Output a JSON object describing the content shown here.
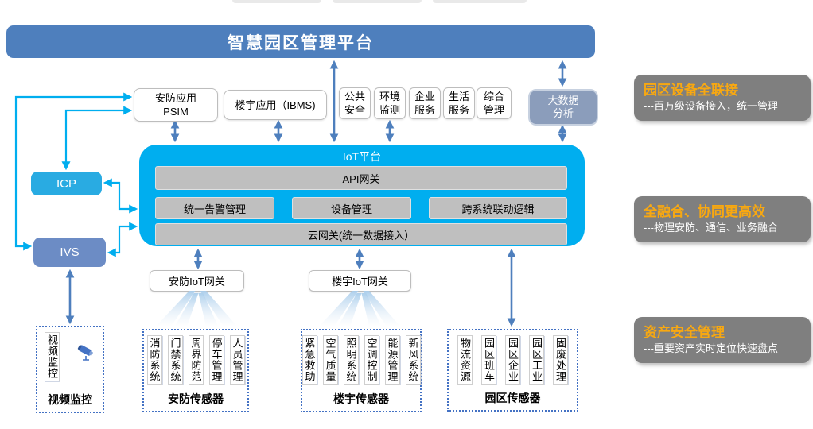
{
  "banner": {
    "title": "智慧园区管理平台"
  },
  "apps": {
    "psim": {
      "l1": "安防应用",
      "l2": "PSIM"
    },
    "ibms": "楼宇应用（IBMS)",
    "services": [
      {
        "l1": "公共",
        "l2": "安全"
      },
      {
        "l1": "环境",
        "l2": "监测"
      },
      {
        "l1": "企业",
        "l2": "服务"
      },
      {
        "l1": "生活",
        "l2": "服务"
      },
      {
        "l1": "综合",
        "l2": "管理"
      }
    ]
  },
  "big_data": {
    "l1": "大数据",
    "l2": "分析"
  },
  "icp": {
    "label": "ICP"
  },
  "ivs": {
    "label": "IVS"
  },
  "iot": {
    "title": "IoT平台",
    "api": "API网关",
    "modules": [
      "统一告警管理",
      "设备管理",
      "跨系统联动逻辑"
    ],
    "cloud": "云网关(统一数据接入）"
  },
  "gateways": [
    "安防IoT网关",
    "楼宇IoT网关"
  ],
  "sensor_groups": [
    {
      "label": "视频监控",
      "items": [
        "视频监控"
      ]
    },
    {
      "label": "安防传感器",
      "items": [
        "消防系统",
        "门禁系统",
        "周界防范",
        "停车管理",
        "人员管理"
      ]
    },
    {
      "label": "楼宇传感器",
      "items": [
        "紧急救助",
        "空气质量",
        "照明系统",
        "空调控制",
        "能源管理",
        "新风系统"
      ]
    },
    {
      "label": "园区传感器",
      "items": [
        "物流资源",
        "园区班车",
        "园区企业",
        "园区工业",
        "固废处理"
      ]
    }
  ],
  "benefits": [
    {
      "title": "园区设备全联接",
      "desc": "---百万级设备接入，统一管理"
    },
    {
      "title": "全融合、协同更高效",
      "desc": "---物理安防、通信、业务融合"
    },
    {
      "title": "资产安全管理",
      "desc": "---重要资产实时定位快速盘点"
    }
  ],
  "colors": {
    "banner_blue": "#4e7fbd",
    "platform_cyan": "#00aeef",
    "icp_cyan": "#29abe2",
    "ivs_blue": "#6c8cc5",
    "bigdata_slate": "#8b9dbb",
    "bar_gray": "#bfbfbf",
    "benefit_gray": "#7f7f7f",
    "benefit_orange": "#f8a811",
    "arrow_steel": "#4e7fbd",
    "connector_cyan": "#00aeef",
    "dotted_border": "#4472c4"
  }
}
